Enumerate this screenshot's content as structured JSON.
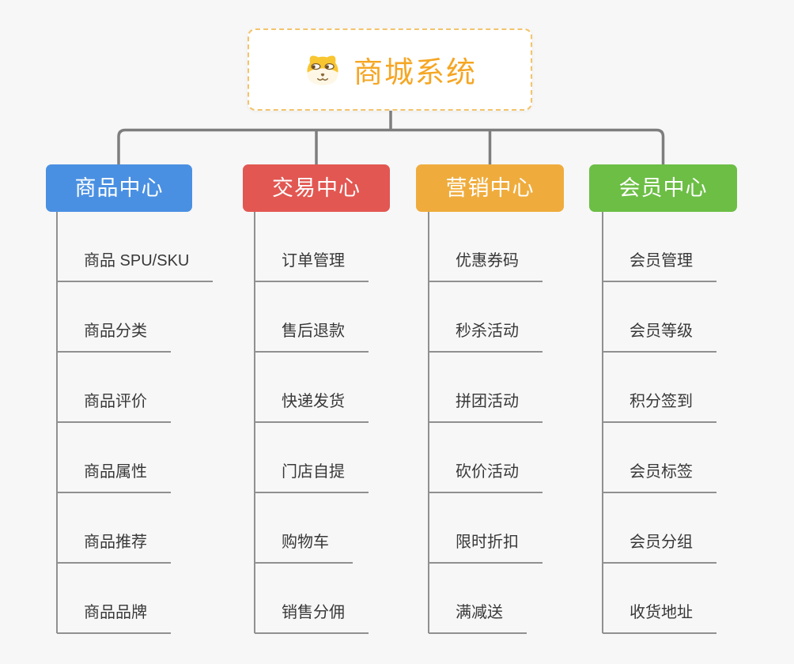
{
  "page": {
    "background": "#f7f7f7"
  },
  "root": {
    "title": "商城系统",
    "icon": "shiba-dog-face",
    "text_color": "#F5A623",
    "border_color": "#F4C36B"
  },
  "connector_color": "#7e7e7e",
  "leaf_line_color": "#909090",
  "branches": [
    {
      "label": "商品中心",
      "color": "#4A90E2",
      "items": [
        "商品 SPU/SKU",
        "商品分类",
        "商品评价",
        "商品属性",
        "商品推荐",
        "商品品牌"
      ]
    },
    {
      "label": "交易中心",
      "color": "#E25752",
      "items": [
        "订单管理",
        "售后退款",
        "快递发货",
        "门店自提",
        "购物车",
        "销售分佣"
      ]
    },
    {
      "label": "营销中心",
      "color": "#EFAC3D",
      "items": [
        "优惠券码",
        "秒杀活动",
        "拼团活动",
        "砍价活动",
        "限时折扣",
        "满减送"
      ]
    },
    {
      "label": "会员中心",
      "color": "#6CBE45",
      "items": [
        "会员管理",
        "会员等级",
        "积分签到",
        "会员标签",
        "会员分组",
        "收货地址"
      ]
    }
  ]
}
